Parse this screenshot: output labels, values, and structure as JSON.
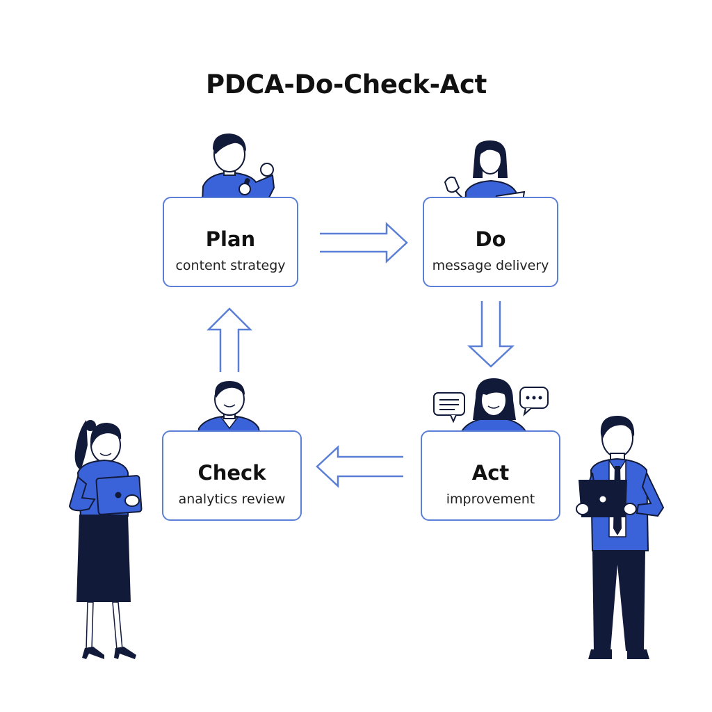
{
  "diagram": {
    "title": "PDCA-Do-Check-Act",
    "steps": [
      {
        "id": "plan",
        "label": "Plan",
        "description": "content strategy"
      },
      {
        "id": "do",
        "label": "Do",
        "description": "message delivery"
      },
      {
        "id": "act",
        "label": "Act",
        "description": "improvement"
      },
      {
        "id": "check",
        "label": "Check",
        "description": "analytics review"
      }
    ],
    "flow": [
      "plan",
      "do",
      "act",
      "check",
      "plan"
    ]
  },
  "colors": {
    "accent": "#3b63d9",
    "outline": "#5b7fd6",
    "dark": "#121a3a",
    "text": "#111111"
  },
  "icons": [
    "person-with-microphone-icon",
    "person-with-chart-icon",
    "person-icon",
    "person-with-speech-bubbles-icon",
    "woman-with-tablet-icon",
    "man-with-laptop-icon",
    "arrow-right-icon",
    "arrow-down-icon",
    "arrow-left-icon",
    "arrow-up-icon"
  ]
}
